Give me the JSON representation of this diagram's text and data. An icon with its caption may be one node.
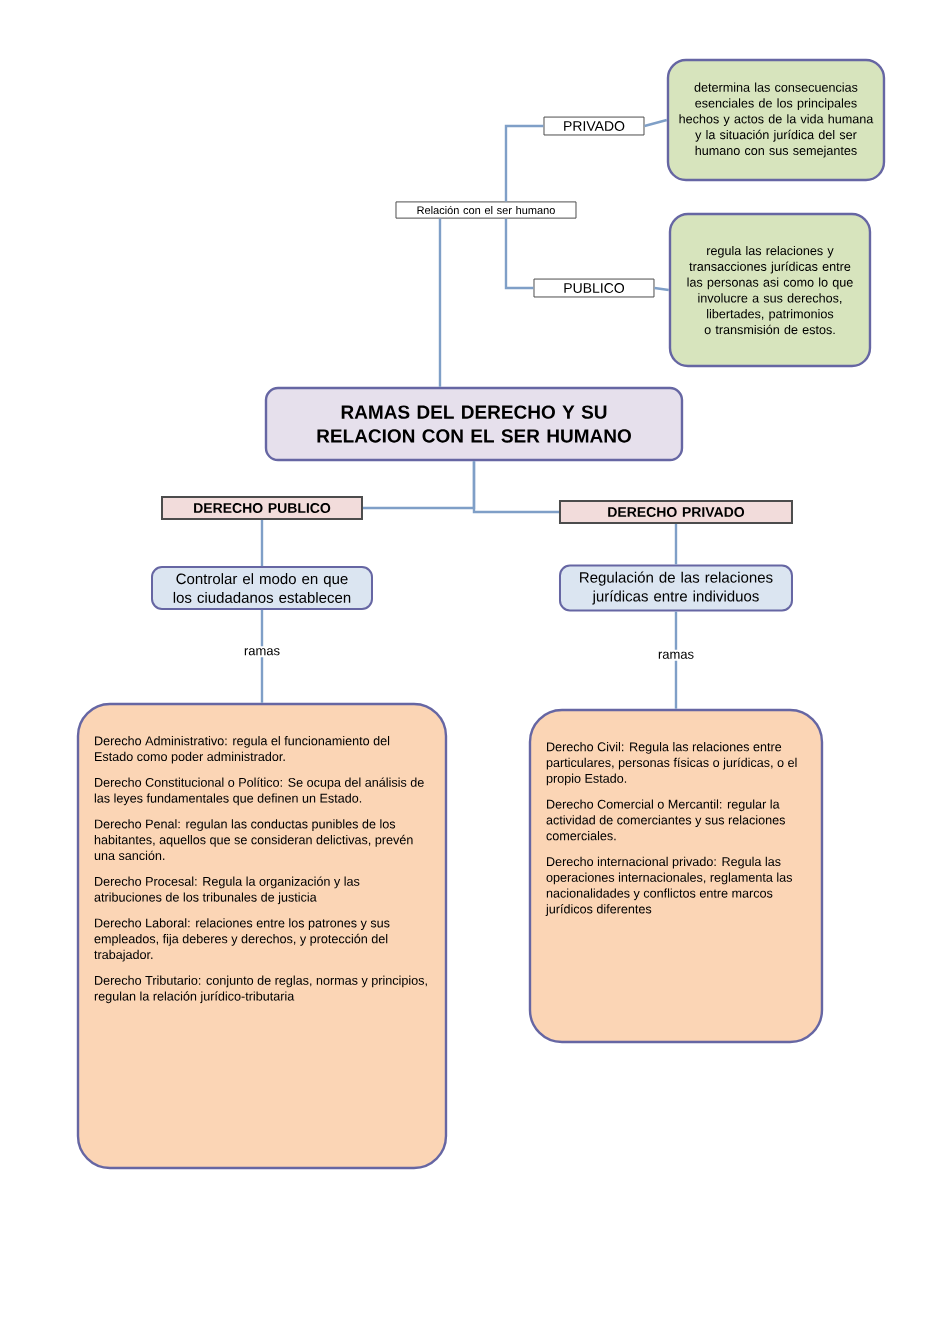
{
  "diagram": {
    "nodes": [
      {
        "text": [
          "Relación con el ser humano"
        ]
      },
      {
        "text": [
          "PRIVADO"
        ]
      },
      {
        "text": [
          "determina las consecuencias esenciales de los principales hechos y actos de la vida humana y la situación jurídica del ser humano con sus semejantes"
        ]
      },
      {
        "text": [
          "PUBLICO"
        ]
      },
      {
        "text": [
          "regula las relaciones y transacciones jurídicas entre las personas asi como lo que involucre a sus derechos, libertades, patrimonios o transmisión de estos."
        ]
      },
      {
        "text": [
          "RAMAS DEL DERECHO Y SU RELACION CON EL SER HUMANO"
        ]
      },
      {
        "text": [
          "DERECHO PUBLICO"
        ]
      },
      {
        "text": [
          "DERECHO PRIVADO"
        ]
      },
      {
        "text": [
          "Controlar el modo en que los ciudadanos establecen"
        ]
      },
      {
        "text": [
          "Regulación de las relaciones jurídicas entre individuos"
        ]
      },
      {
        "text": [
          "Derecho Administrativo: regula el funcionamiento del Estado como poder administrador.",
          "Derecho Constitucional o Político: Se ocupa del análisis de las leyes fundamentales que definen un Estado.",
          "Derecho Penal: regulan las conductas punibles de los habitantes, aquellos que se consideran delictivas, prevén una sanción.",
          "Derecho Procesal: Regula la organización y las atribuciones de los tribunales de justicia",
          "Derecho Laboral: relaciones entre los patrones y sus empleados, fija deberes y derechos, y protección del trabajador.",
          "Derecho Tributario: conjunto de reglas, normas y principios, regulan la relación jurídico-tributaria"
        ]
      },
      {
        "text": [
          "Derecho Civil: Regula las relaciones entre particulares, personas físicas o jurídicas, o el propio Estado.",
          "Derecho Comercial o Mercantil: regular la actividad de comerciantes y sus relaciones comerciales.",
          "Derecho internacional privado: Regula las operaciones internacionales, reglamenta las nacionalidades y conflictos entre marcos jurídicos diferentes"
        ]
      }
    ],
    "edges": [
      {
        "from": 0,
        "to": 1,
        "arrow": "none"
      },
      {
        "from": 1,
        "to": 2,
        "arrow": "none"
      },
      {
        "from": 0,
        "to": 3,
        "arrow": "none"
      },
      {
        "from": 3,
        "to": 4,
        "arrow": "none"
      },
      {
        "from": 0,
        "to": 5,
        "arrow": "none"
      },
      {
        "from": 5,
        "to": 6,
        "arrow": "none"
      },
      {
        "from": 5,
        "to": 7,
        "arrow": "none"
      },
      {
        "from": 6,
        "to": 8,
        "arrow": "none"
      },
      {
        "from": 7,
        "to": 9,
        "arrow": "none"
      },
      {
        "from": 8,
        "to": 10,
        "arrow": "none",
        "label": "ramas"
      },
      {
        "from": 9,
        "to": 11,
        "arrow": "none",
        "label": "ramas"
      }
    ]
  }
}
